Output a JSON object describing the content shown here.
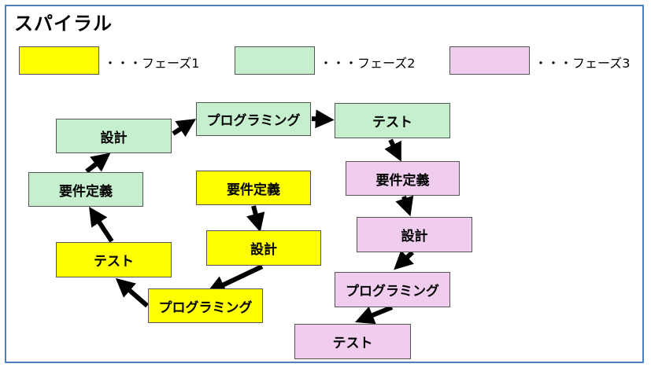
{
  "title": "スパイラル",
  "colors": {
    "phase1": "#ffff00",
    "phase2": "#c6efce",
    "phase3": "#f0cdef",
    "border": "#4a7ebb",
    "arrow": "#000000"
  },
  "legend": [
    {
      "label": "・・・フェーズ1",
      "color_key": "phase1"
    },
    {
      "label": "・・・フェーズ2",
      "color_key": "phase2"
    },
    {
      "label": "・・・フェーズ3",
      "color_key": "phase3"
    }
  ],
  "phase1": {
    "requirements": "要件定義",
    "design": "設計",
    "programming": "プログラミング",
    "test": "テスト"
  },
  "phase2": {
    "requirements": "要件定義",
    "design": "設計",
    "programming": "プログラミング",
    "test": "テスト"
  },
  "phase3": {
    "requirements": "要件定義",
    "design": "設計",
    "programming": "プログラミング",
    "test": "テスト"
  }
}
